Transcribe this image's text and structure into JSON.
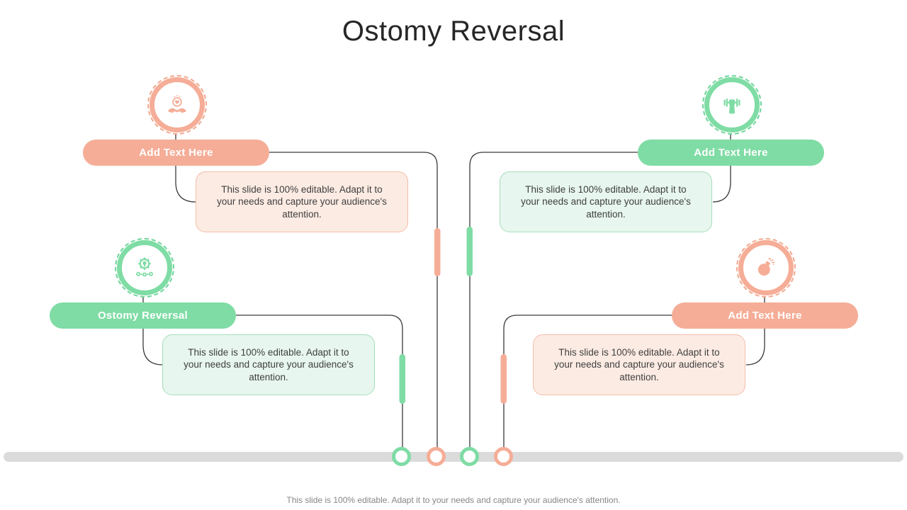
{
  "slide": {
    "title": "Ostomy Reversal",
    "footer": "This slide is 100% editable. Adapt it to your needs and capture your audience's attention."
  },
  "colors": {
    "salmon": "#F5AD97",
    "salmon_light": "#FCEBE3",
    "salmon_border": "#F3BEAA",
    "green": "#7FDCA5",
    "green_light": "#E7F6EE",
    "green_border": "#A7DEBD",
    "bar_gray": "#DBDBDB",
    "connector_line": "#3A3A3A",
    "title_text": "#262626",
    "body_text": "#3F3F3F"
  },
  "nodes": [
    {
      "id": "top-left",
      "label": "Add Text Here",
      "color": "salmon",
      "icon": "care-hands-heart-icon",
      "description": "This slide is 100% editable. Adapt it to your needs and capture your audience's attention."
    },
    {
      "id": "top-right",
      "label": "Add Text Here",
      "color": "green",
      "icon": "strength-dumbbell-icon",
      "description": "This slide is 100% editable. Adapt it to your needs and capture your audience's attention."
    },
    {
      "id": "mid-left",
      "label": "Ostomy Reversal",
      "color": "green",
      "icon": "gear-idea-icon",
      "description": "This slide is 100% editable. Adapt it to your needs and capture your audience's attention."
    },
    {
      "id": "mid-right",
      "label": "Add Text Here",
      "color": "salmon",
      "icon": "bomb-icon",
      "description": "This slide is 100% editable. Adapt it to your needs and capture your audience's attention."
    }
  ],
  "timeline": {
    "markers": [
      {
        "color": "green"
      },
      {
        "color": "salmon"
      },
      {
        "color": "green"
      },
      {
        "color": "salmon"
      }
    ]
  }
}
